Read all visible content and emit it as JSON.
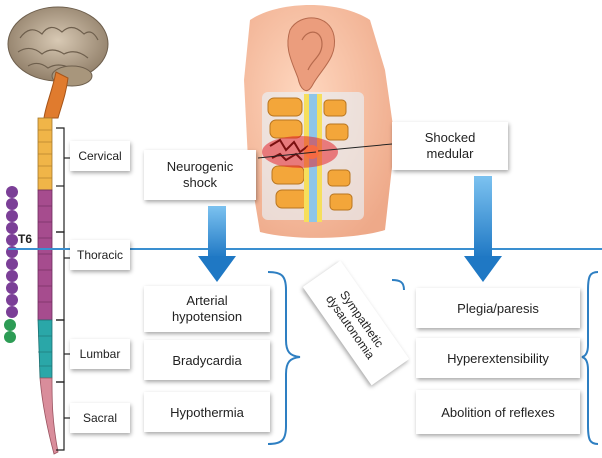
{
  "segments": {
    "cervical": "Cervical",
    "thoracic": "Thoracic",
    "lumbar": "Lumbar",
    "sacral": "Sacral"
  },
  "level_marker": "T6",
  "neurogenic": {
    "title_line1": "Neurogenic",
    "title_line2": "shock",
    "effects": [
      "Arterial\nhypotension",
      "Bradycardia",
      "Hypothermia"
    ]
  },
  "shocked": {
    "title_line1": "Shocked",
    "title_line2": "medular",
    "effects": [
      "Plegia/paresis",
      "Hyperextensibility",
      "Abolition of reflexes"
    ]
  },
  "sympathetic": {
    "line1": "Sympathetic",
    "line2": "dysautonomia"
  },
  "colors": {
    "arrow_blue": "#2e8ed6",
    "level_line": "#3a8fd0",
    "cervical_spine": "#f0b548",
    "thoracic_spine": "#a64c8e",
    "lumbar_spine": "#2aa7a8",
    "sacral_spine": "#d98d9b",
    "chain_purple": "#7b3f97",
    "chain_green": "#2d9c55"
  }
}
